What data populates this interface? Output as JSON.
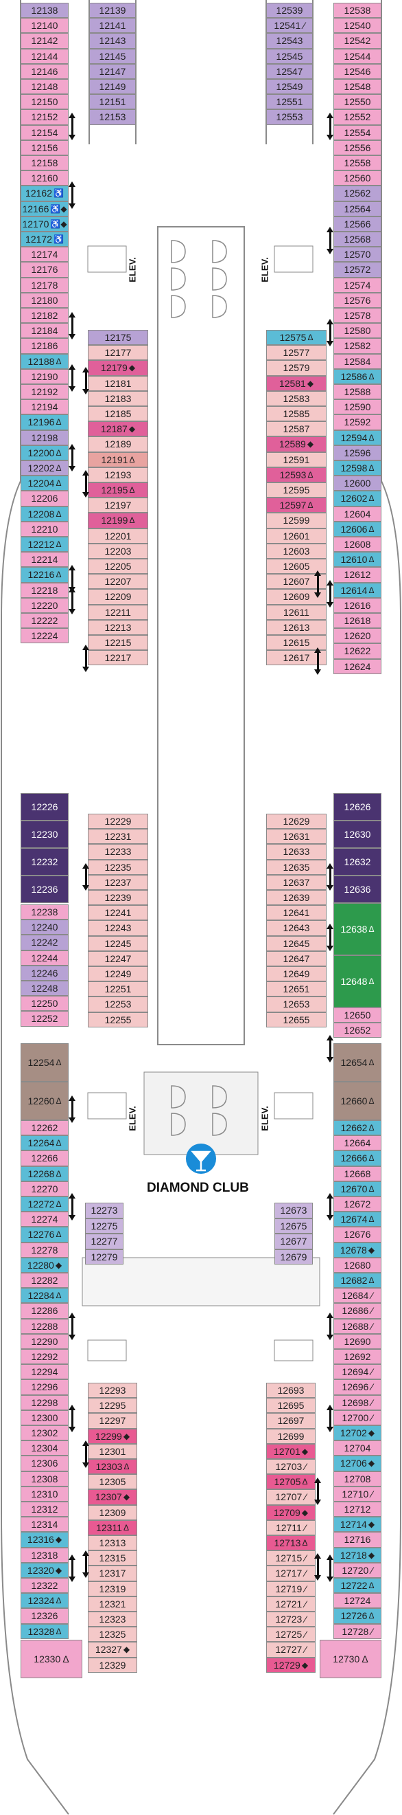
{
  "colors": {
    "interior": "#f4c8c8",
    "balcony_pink": "#f2a6cc",
    "balcony_magenta": "#e0609a",
    "suite_purple": "#b7a2d4",
    "junior_suite": "#c9b5dd",
    "ocean_blue": "#5bbcd6",
    "dark_purple": "#4a3370",
    "green": "#2d9a4c",
    "taupe": "#a68e84",
    "rose_interior": "#e8a3a0",
    "hot_pink": "#e85a92",
    "elevator_text": "#111111"
  },
  "labels": {
    "elevator": "ELEV.",
    "diamond_club": "DIAMOND CLUB",
    "martini_icon": "martini-glass-icon"
  },
  "cabins": {
    "left_outer": [
      [
        "12138",
        "suite_purple",
        ""
      ],
      [
        "12140",
        "balcony_pink",
        ""
      ],
      [
        "12142",
        "balcony_pink",
        ""
      ],
      [
        "12144",
        "balcony_pink",
        ""
      ],
      [
        "12146",
        "balcony_pink",
        ""
      ],
      [
        "12148",
        "balcony_pink",
        ""
      ],
      [
        "12150",
        "balcony_pink",
        ""
      ],
      [
        "12152",
        "balcony_pink",
        ""
      ],
      [
        "12154",
        "balcony_pink",
        ""
      ],
      [
        "12156",
        "balcony_pink",
        ""
      ],
      [
        "12158",
        "balcony_pink",
        ""
      ],
      [
        "12160",
        "balcony_pink",
        ""
      ],
      [
        "12162",
        "ocean_blue",
        "♿"
      ],
      [
        "12166",
        "ocean_blue",
        "♿◆"
      ],
      [
        "12170",
        "ocean_blue",
        "♿◆"
      ],
      [
        "12172",
        "ocean_blue",
        "♿"
      ],
      [
        "12174",
        "balcony_pink",
        ""
      ],
      [
        "12176",
        "balcony_pink",
        ""
      ],
      [
        "12178",
        "balcony_pink",
        ""
      ],
      [
        "12180",
        "balcony_pink",
        ""
      ],
      [
        "12182",
        "balcony_pink",
        ""
      ],
      [
        "12184",
        "balcony_pink",
        ""
      ],
      [
        "12186",
        "balcony_pink",
        ""
      ],
      [
        "12188",
        "ocean_blue",
        "Δ"
      ],
      [
        "12190",
        "balcony_pink",
        ""
      ],
      [
        "12192",
        "balcony_pink",
        ""
      ],
      [
        "12194",
        "balcony_pink",
        ""
      ],
      [
        "12196",
        "ocean_blue",
        "Δ"
      ],
      [
        "12198",
        "suite_purple",
        ""
      ],
      [
        "12200",
        "ocean_blue",
        "Δ"
      ],
      [
        "12202",
        "suite_purple",
        "Δ"
      ],
      [
        "12204",
        "ocean_blue",
        "Δ"
      ],
      [
        "12206",
        "balcony_pink",
        ""
      ],
      [
        "12208",
        "ocean_blue",
        "Δ"
      ],
      [
        "12210",
        "balcony_pink",
        ""
      ],
      [
        "12212",
        "ocean_blue",
        "Δ"
      ],
      [
        "12214",
        "balcony_pink",
        ""
      ],
      [
        "12216",
        "ocean_blue",
        "Δ"
      ],
      [
        "12218",
        "balcony_pink",
        ""
      ],
      [
        "12220",
        "balcony_pink",
        ""
      ],
      [
        "12222",
        "balcony_pink",
        ""
      ],
      [
        "12224",
        "balcony_pink",
        ""
      ]
    ],
    "left_outer_lower": [
      [
        "12238",
        "balcony_pink",
        ""
      ],
      [
        "12240",
        "suite_purple",
        ""
      ],
      [
        "12242",
        "suite_purple",
        ""
      ],
      [
        "12244",
        "balcony_pink",
        ""
      ],
      [
        "12246",
        "suite_purple",
        ""
      ],
      [
        "12248",
        "suite_purple",
        ""
      ],
      [
        "12250",
        "balcony_pink",
        ""
      ],
      [
        "12252",
        "balcony_pink",
        ""
      ]
    ],
    "left_dark": [
      "12226",
      "12230",
      "12232",
      "12236"
    ],
    "left_taupe": [
      [
        "12254",
        "Δ"
      ],
      [
        "12260",
        "Δ"
      ]
    ],
    "left_outer_aft": [
      [
        "12262",
        "balcony_pink",
        ""
      ],
      [
        "12264",
        "ocean_blue",
        "Δ"
      ],
      [
        "12266",
        "balcony_pink",
        ""
      ],
      [
        "12268",
        "ocean_blue",
        "Δ"
      ],
      [
        "12270",
        "balcony_pink",
        ""
      ],
      [
        "12272",
        "ocean_blue",
        "Δ"
      ],
      [
        "12274",
        "balcony_pink",
        ""
      ],
      [
        "12276",
        "ocean_blue",
        "Δ"
      ],
      [
        "12278",
        "balcony_pink",
        ""
      ],
      [
        "12280",
        "ocean_blue",
        "◆"
      ],
      [
        "12282",
        "balcony_pink",
        ""
      ],
      [
        "12284",
        "ocean_blue",
        "Δ"
      ],
      [
        "12286",
        "balcony_pink",
        ""
      ],
      [
        "12288",
        "balcony_pink",
        ""
      ],
      [
        "12290",
        "balcony_pink",
        ""
      ],
      [
        "12292",
        "balcony_pink",
        ""
      ],
      [
        "12294",
        "balcony_pink",
        ""
      ],
      [
        "12296",
        "balcony_pink",
        ""
      ],
      [
        "12298",
        "balcony_pink",
        ""
      ],
      [
        "12300",
        "balcony_pink",
        ""
      ],
      [
        "12302",
        "balcony_pink",
        ""
      ],
      [
        "12304",
        "balcony_pink",
        ""
      ],
      [
        "12306",
        "balcony_pink",
        ""
      ],
      [
        "12308",
        "balcony_pink",
        ""
      ],
      [
        "12310",
        "balcony_pink",
        ""
      ],
      [
        "12312",
        "balcony_pink",
        ""
      ],
      [
        "12314",
        "balcony_pink",
        ""
      ],
      [
        "12316",
        "ocean_blue",
        "◆"
      ],
      [
        "12318",
        "balcony_pink",
        ""
      ],
      [
        "12320",
        "ocean_blue",
        "◆"
      ],
      [
        "12322",
        "balcony_pink",
        ""
      ],
      [
        "12324",
        "ocean_blue",
        "Δ"
      ],
      [
        "12326",
        "balcony_pink",
        ""
      ],
      [
        "12328",
        "ocean_blue",
        "Δ"
      ]
    ],
    "left_stern": "12330 Δ",
    "fwd_left_inner": [
      "12139",
      "12141",
      "12143",
      "12145",
      "12147",
      "12149",
      "12151",
      "12153"
    ],
    "fwd_right_inner": [
      "12539",
      "12541 ⁄",
      "12543",
      "12545",
      "12547",
      "12549",
      "12551",
      "12553"
    ],
    "mid_left_inner": [
      [
        "12175",
        "suite_purple",
        ""
      ],
      [
        "12177",
        "interior",
        ""
      ],
      [
        "12179",
        "balcony_magenta",
        "◆"
      ],
      [
        "12181",
        "interior",
        ""
      ],
      [
        "12183",
        "interior",
        ""
      ],
      [
        "12185",
        "interior",
        ""
      ],
      [
        "12187",
        "balcony_magenta",
        "◆"
      ],
      [
        "12189",
        "interior",
        ""
      ],
      [
        "12191",
        "rose_interior",
        "Δ"
      ],
      [
        "12193",
        "interior",
        ""
      ],
      [
        "12195",
        "balcony_magenta",
        "Δ"
      ],
      [
        "12197",
        "interior",
        ""
      ],
      [
        "12199",
        "balcony_magenta",
        "Δ"
      ],
      [
        "12201",
        "interior",
        ""
      ],
      [
        "12203",
        "interior",
        ""
      ],
      [
        "12205",
        "interior",
        ""
      ],
      [
        "12207",
        "interior",
        ""
      ],
      [
        "12209",
        "interior",
        ""
      ],
      [
        "12211",
        "interior",
        ""
      ],
      [
        "12213",
        "interior",
        ""
      ],
      [
        "12215",
        "interior",
        ""
      ],
      [
        "12217",
        "interior",
        ""
      ]
    ],
    "mid_left_inner2": [
      "12229",
      "12231",
      "12233",
      "12235",
      "12237",
      "12239",
      "12241",
      "12243",
      "12245",
      "12247",
      "12249",
      "12251",
      "12253",
      "12255"
    ],
    "mid_right_inner": [
      [
        "12575",
        "ocean_blue",
        "Δ"
      ],
      [
        "12577",
        "interior",
        ""
      ],
      [
        "12579",
        "interior",
        ""
      ],
      [
        "12581",
        "balcony_magenta",
        "◆"
      ],
      [
        "12583",
        "interior",
        ""
      ],
      [
        "12585",
        "interior",
        ""
      ],
      [
        "12587",
        "interior",
        ""
      ],
      [
        "12589",
        "balcony_magenta",
        "◆"
      ],
      [
        "12591",
        "interior",
        ""
      ],
      [
        "12593",
        "balcony_magenta",
        "Δ"
      ],
      [
        "12595",
        "interior",
        ""
      ],
      [
        "12597",
        "balcony_magenta",
        "Δ"
      ],
      [
        "12599",
        "interior",
        ""
      ],
      [
        "12601",
        "interior",
        ""
      ],
      [
        "12603",
        "interior",
        ""
      ],
      [
        "12605",
        "interior",
        ""
      ],
      [
        "12607",
        "interior",
        ""
      ],
      [
        "12609",
        "interior",
        ""
      ],
      [
        "12611",
        "interior",
        ""
      ],
      [
        "12613",
        "interior",
        ""
      ],
      [
        "12615",
        "interior",
        ""
      ],
      [
        "12617",
        "interior",
        ""
      ]
    ],
    "mid_right_inner2": [
      "12629",
      "12631",
      "12633",
      "12635",
      "12637",
      "12639",
      "12641",
      "12643",
      "12645",
      "12647",
      "12649",
      "12651",
      "12653",
      "12655"
    ],
    "club_left": [
      "12273",
      "12275",
      "12277",
      "12279"
    ],
    "club_right": [
      "12673",
      "12675",
      "12677",
      "12679"
    ],
    "aft_left_inner": [
      [
        "12293",
        "interior",
        ""
      ],
      [
        "12295",
        "interior",
        ""
      ],
      [
        "12297",
        "interior",
        ""
      ],
      [
        "12299",
        "hot_pink",
        "◆"
      ],
      [
        "12301",
        "interior",
        ""
      ],
      [
        "12303",
        "hot_pink",
        "Δ"
      ],
      [
        "12305",
        "interior",
        ""
      ],
      [
        "12307",
        "hot_pink",
        "◆"
      ],
      [
        "12309",
        "interior",
        ""
      ],
      [
        "12311",
        "hot_pink",
        "Δ"
      ],
      [
        "12313",
        "interior",
        ""
      ],
      [
        "12315",
        "interior",
        ""
      ],
      [
        "12317",
        "interior",
        ""
      ],
      [
        "12319",
        "interior",
        ""
      ],
      [
        "12321",
        "interior",
        ""
      ],
      [
        "12323",
        "interior",
        ""
      ],
      [
        "12325",
        "interior",
        ""
      ],
      [
        "12327",
        "interior",
        "◆"
      ],
      [
        "12329",
        "interior",
        ""
      ]
    ],
    "aft_right_inner": [
      [
        "12693",
        "interior",
        ""
      ],
      [
        "12695",
        "interior",
        ""
      ],
      [
        "12697",
        "interior",
        ""
      ],
      [
        "12699",
        "interior",
        ""
      ],
      [
        "12701",
        "hot_pink",
        "◆"
      ],
      [
        "12703 ⁄",
        "interior",
        ""
      ],
      [
        "12705",
        "hot_pink",
        "Δ"
      ],
      [
        "12707 ⁄",
        "interior",
        ""
      ],
      [
        "12709",
        "hot_pink",
        "◆"
      ],
      [
        "12711 ⁄",
        "interior",
        ""
      ],
      [
        "12713",
        "hot_pink",
        "Δ"
      ],
      [
        "12715 ⁄",
        "interior",
        ""
      ],
      [
        "12717 ⁄",
        "interior",
        ""
      ],
      [
        "12719 ⁄",
        "interior",
        ""
      ],
      [
        "12721 ⁄",
        "interior",
        ""
      ],
      [
        "12723 ⁄",
        "interior",
        ""
      ],
      [
        "12725 ⁄",
        "interior",
        ""
      ],
      [
        "12727 ⁄",
        "interior",
        ""
      ],
      [
        "12729",
        "hot_pink",
        "◆"
      ]
    ],
    "right_outer": [
      [
        "12538",
        "balcony_pink",
        ""
      ],
      [
        "12540",
        "balcony_pink",
        ""
      ],
      [
        "12542",
        "balcony_pink",
        ""
      ],
      [
        "12544",
        "balcony_pink",
        ""
      ],
      [
        "12546",
        "balcony_pink",
        ""
      ],
      [
        "12548",
        "balcony_pink",
        ""
      ],
      [
        "12550",
        "balcony_pink",
        ""
      ],
      [
        "12552",
        "balcony_pink",
        ""
      ],
      [
        "12554",
        "balcony_pink",
        ""
      ],
      [
        "12556",
        "balcony_pink",
        ""
      ],
      [
        "12558",
        "balcony_pink",
        ""
      ],
      [
        "12560",
        "balcony_pink",
        ""
      ],
      [
        "12562",
        "suite_purple",
        ""
      ],
      [
        "12564",
        "suite_purple",
        ""
      ],
      [
        "12566",
        "suite_purple",
        ""
      ],
      [
        "12568",
        "suite_purple",
        ""
      ],
      [
        "12570",
        "suite_purple",
        ""
      ],
      [
        "12572",
        "suite_purple",
        ""
      ],
      [
        "12574",
        "balcony_pink",
        ""
      ],
      [
        "12576",
        "balcony_pink",
        ""
      ],
      [
        "12578",
        "balcony_pink",
        ""
      ],
      [
        "12580",
        "balcony_pink",
        ""
      ],
      [
        "12582",
        "balcony_pink",
        ""
      ],
      [
        "12584",
        "balcony_pink",
        ""
      ],
      [
        "12586",
        "ocean_blue",
        "Δ"
      ],
      [
        "12588",
        "balcony_pink",
        ""
      ],
      [
        "12590",
        "balcony_pink",
        ""
      ],
      [
        "12592",
        "balcony_pink",
        ""
      ],
      [
        "12594",
        "ocean_blue",
        "Δ"
      ],
      [
        "12596",
        "suite_purple",
        ""
      ],
      [
        "12598",
        "ocean_blue",
        "Δ"
      ],
      [
        "12600",
        "suite_purple",
        ""
      ],
      [
        "12602",
        "ocean_blue",
        "Δ"
      ],
      [
        "12604",
        "balcony_pink",
        ""
      ],
      [
        "12606",
        "ocean_blue",
        "Δ"
      ],
      [
        "12608",
        "balcony_pink",
        ""
      ],
      [
        "12610",
        "ocean_blue",
        "Δ"
      ],
      [
        "12612",
        "balcony_pink",
        ""
      ],
      [
        "12614",
        "ocean_blue",
        "Δ"
      ],
      [
        "12616",
        "balcony_pink",
        ""
      ],
      [
        "12618",
        "balcony_pink",
        ""
      ],
      [
        "12620",
        "balcony_pink",
        ""
      ],
      [
        "12622",
        "balcony_pink",
        ""
      ],
      [
        "12624",
        "balcony_pink",
        ""
      ]
    ],
    "right_dark": [
      "12626",
      "12630",
      "12632",
      "12636"
    ],
    "right_green": [
      [
        "12638",
        "Δ"
      ],
      [
        "12648",
        "Δ"
      ]
    ],
    "right_outer_mid": [
      [
        "12650",
        "balcony_pink",
        ""
      ],
      [
        "12652",
        "balcony_pink",
        ""
      ]
    ],
    "right_taupe": [
      [
        "12654",
        "Δ"
      ],
      [
        "12660",
        "Δ"
      ]
    ],
    "right_outer_aft": [
      [
        "12662",
        "ocean_blue",
        "Δ"
      ],
      [
        "12664",
        "balcony_pink",
        ""
      ],
      [
        "12666",
        "ocean_blue",
        "Δ"
      ],
      [
        "12668",
        "balcony_pink",
        ""
      ],
      [
        "12670",
        "ocean_blue",
        "Δ"
      ],
      [
        "12672",
        "balcony_pink",
        ""
      ],
      [
        "12674",
        "ocean_blue",
        "Δ"
      ],
      [
        "12676",
        "balcony_pink",
        ""
      ],
      [
        "12678",
        "ocean_blue",
        "◆"
      ],
      [
        "12680",
        "balcony_pink",
        ""
      ],
      [
        "12682",
        "ocean_blue",
        "Δ"
      ],
      [
        "12684 ⁄",
        "balcony_pink",
        ""
      ],
      [
        "12686 ⁄",
        "balcony_pink",
        ""
      ],
      [
        "12688 ⁄",
        "balcony_pink",
        ""
      ],
      [
        "12690",
        "balcony_pink",
        ""
      ],
      [
        "12692",
        "balcony_pink",
        ""
      ],
      [
        "12694 ⁄",
        "balcony_pink",
        ""
      ],
      [
        "12696 ⁄",
        "balcony_pink",
        ""
      ],
      [
        "12698 ⁄",
        "balcony_pink",
        ""
      ],
      [
        "12700 ⁄",
        "balcony_pink",
        ""
      ],
      [
        "12702",
        "ocean_blue",
        "◆"
      ],
      [
        "12704",
        "balcony_pink",
        ""
      ],
      [
        "12706",
        "ocean_blue",
        "◆"
      ],
      [
        "12708",
        "balcony_pink",
        ""
      ],
      [
        "12710 ⁄",
        "balcony_pink",
        ""
      ],
      [
        "12712",
        "balcony_pink",
        ""
      ],
      [
        "12714",
        "ocean_blue",
        "◆"
      ],
      [
        "12716",
        "balcony_pink",
        ""
      ],
      [
        "12718",
        "ocean_blue",
        "◆"
      ],
      [
        "12720 ⁄",
        "balcony_pink",
        ""
      ],
      [
        "12722",
        "ocean_blue",
        "Δ"
      ],
      [
        "12724",
        "balcony_pink",
        ""
      ],
      [
        "12726",
        "ocean_blue",
        "Δ"
      ],
      [
        "12728 ⁄",
        "balcony_pink",
        ""
      ]
    ],
    "right_stern": "12730 Δ"
  }
}
